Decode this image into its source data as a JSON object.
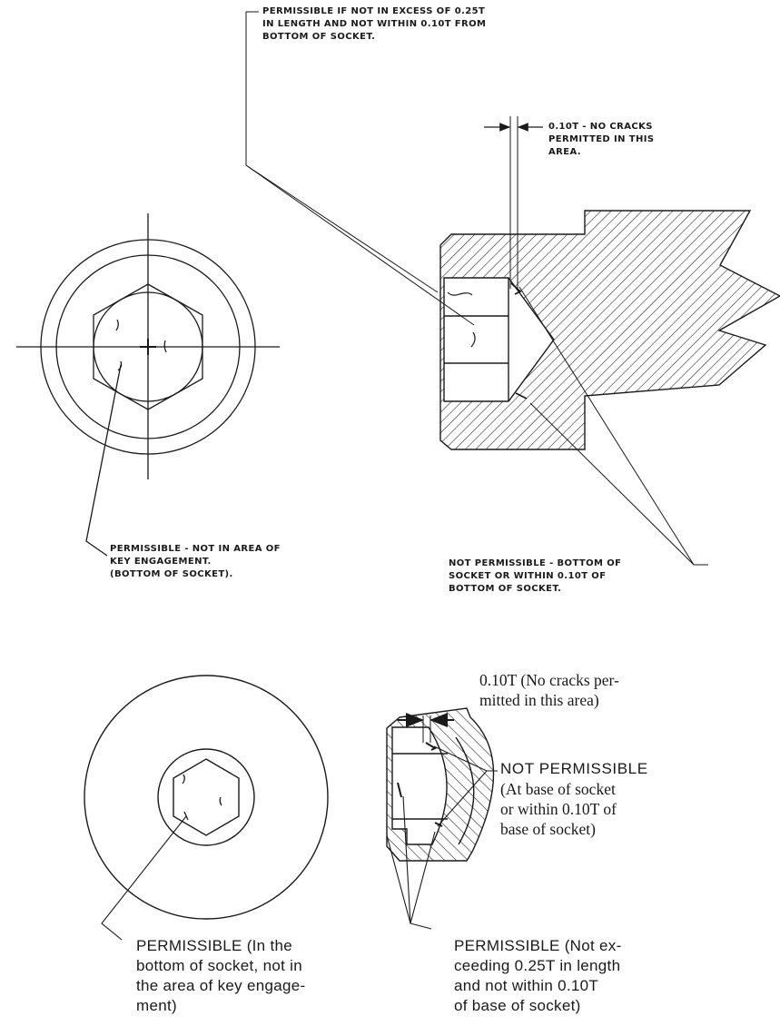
{
  "colors": {
    "ink": "#1a1a1a",
    "background": "#ffffff"
  },
  "top_figure": {
    "note_permissible_length": "PERMISSIBLE IF NOT IN EXCESS OF 0.25T\nIN LENGTH AND NOT WITHIN 0.10T FROM\nBOTTOM OF SOCKET.",
    "note_no_cracks": "0.10T - NO CRACKS\nPERMITTED IN THIS\nAREA.",
    "note_key_engagement": "PERMISSIBLE - NOT IN AREA OF\nKEY ENGAGEMENT.\n(BOTTOM OF SOCKET).",
    "note_not_permissible": "NOT PERMISSIBLE - BOTTOM OF\nSOCKET OR WITHIN 0.10T OF\nBOTTOM OF SOCKET."
  },
  "bottom_figure": {
    "note_no_cracks": "0.10T (No cracks per-\nmitted in this area)",
    "note_not_permissible_title": "NOT PERMISSIBLE",
    "note_not_permissible_detail": "(At base of socket\nor within 0.10T of\nbase of socket)",
    "note_permissible_bottom": "PERMISSIBLE (In the\nbottom of socket, not in\nthe area of key engage-\nment)",
    "note_permissible_length": "PERMISSIBLE (Not ex-\nceeding 0.25T in length\nand not within 0.10T\nof base of socket)"
  }
}
